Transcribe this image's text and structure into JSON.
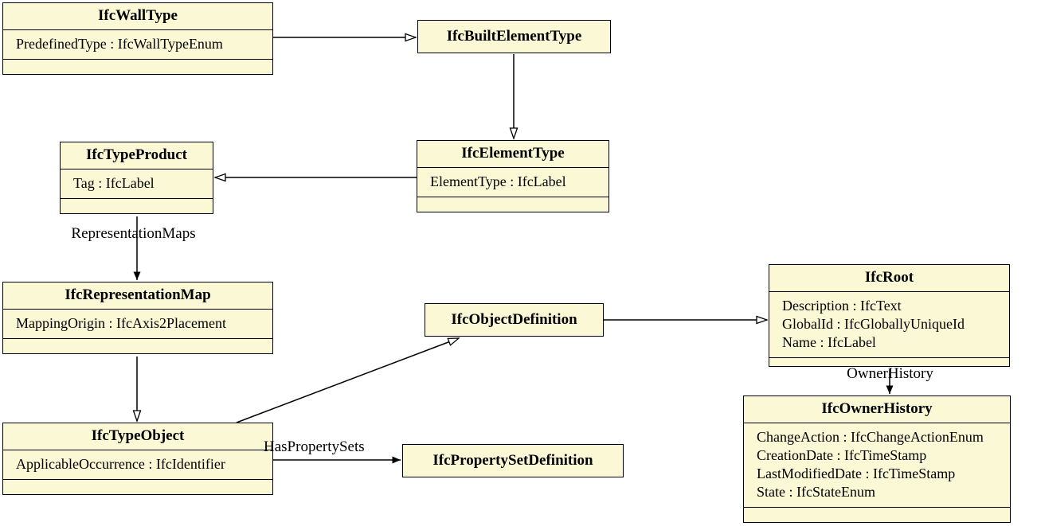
{
  "diagram": {
    "kind": "uml-class-diagram",
    "colors": {
      "box_fill": "#fbf8d5",
      "box_border": "#000000",
      "background": "#ffffff",
      "line": "#000000"
    },
    "classes": {
      "wallType": {
        "title": "IfcWallType",
        "attributes": [
          "PredefinedType : IfcWallTypeEnum"
        ]
      },
      "builtElementType": {
        "title": "IfcBuiltElementType",
        "attributes": []
      },
      "elementType": {
        "title": "IfcElementType",
        "attributes": [
          "ElementType : IfcLabel"
        ]
      },
      "typeProduct": {
        "title": "IfcTypeProduct",
        "attributes": [
          "Tag : IfcLabel"
        ]
      },
      "representationMap": {
        "title": "IfcRepresentationMap",
        "attributes": [
          "MappingOrigin : IfcAxis2Placement"
        ]
      },
      "objectDefinition": {
        "title": "IfcObjectDefinition",
        "attributes": []
      },
      "root": {
        "title": "IfcRoot",
        "attributes": [
          "Description : IfcText",
          "GlobalId : IfcGloballyUniqueId",
          "Name : IfcLabel"
        ]
      },
      "typeObject": {
        "title": "IfcTypeObject",
        "attributes": [
          "ApplicableOccurrence : IfcIdentifier"
        ]
      },
      "propertySetDefinition": {
        "title": "IfcPropertySetDefinition",
        "attributes": []
      },
      "ownerHistory": {
        "title": "IfcOwnerHistory",
        "attributes": [
          "ChangeAction : IfcChangeActionEnum",
          "CreationDate : IfcTimeStamp",
          "LastModifiedDate : IfcTimeStamp",
          "State : IfcStateEnum"
        ]
      }
    },
    "labels": {
      "representation_maps": "RepresentationMaps",
      "has_property_sets": "HasPropertySets",
      "owner_history": "OwnerHistory"
    },
    "relations": [
      {
        "from": "IfcWallType",
        "to": "IfcBuiltElementType",
        "kind": "generalization",
        "label": ""
      },
      {
        "from": "IfcBuiltElementType",
        "to": "IfcElementType",
        "kind": "generalization",
        "label": ""
      },
      {
        "from": "IfcElementType",
        "to": "IfcTypeProduct",
        "kind": "generalization",
        "label": ""
      },
      {
        "from": "IfcTypeProduct",
        "to": "IfcRepresentationMap",
        "kind": "association",
        "label": "RepresentationMaps"
      },
      {
        "from": "IfcTypeProduct",
        "to": "IfcTypeObject",
        "kind": "generalization",
        "label": ""
      },
      {
        "from": "IfcTypeObject",
        "to": "IfcObjectDefinition",
        "kind": "generalization",
        "label": ""
      },
      {
        "from": "IfcObjectDefinition",
        "to": "IfcRoot",
        "kind": "generalization",
        "label": ""
      },
      {
        "from": "IfcRoot",
        "to": "IfcOwnerHistory",
        "kind": "association",
        "label": "OwnerHistory"
      },
      {
        "from": "IfcTypeObject",
        "to": "IfcPropertySetDefinition",
        "kind": "association",
        "label": "HasPropertySets"
      }
    ]
  }
}
